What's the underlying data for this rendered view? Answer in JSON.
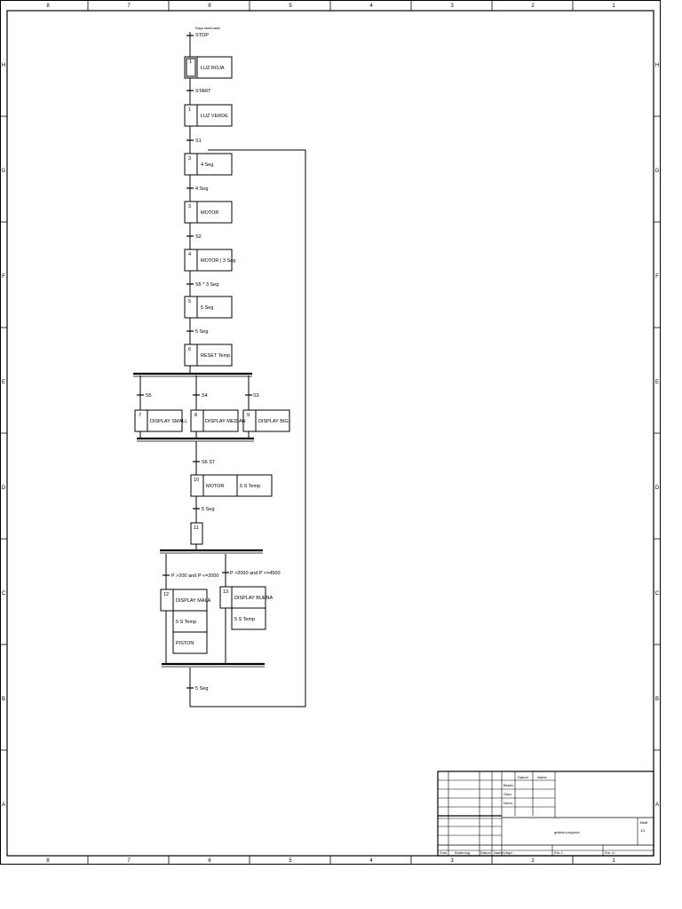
{
  "frame": {
    "columns": [
      "8",
      "7",
      "6",
      "5",
      "4",
      "3",
      "2",
      "1"
    ],
    "rows": [
      "H",
      "G",
      "F",
      "E",
      "D",
      "C",
      "B",
      "A"
    ]
  },
  "grafcet": {
    "initial_condition": {
      "caption": "Etapa street-table",
      "label": "STOP"
    },
    "steps": [
      {
        "id": "step-1",
        "number": "1",
        "actions": [
          "LUZ ROJA"
        ],
        "initial": true
      },
      {
        "id": "step-2",
        "number": "1",
        "actions": [
          "LUZ VERDE"
        ]
      },
      {
        "id": "step-3",
        "number": "3",
        "actions": [
          "4 Seg"
        ]
      },
      {
        "id": "step-4",
        "number": "3",
        "actions": [
          "MOTOR"
        ]
      },
      {
        "id": "step-5",
        "number": "4",
        "actions": [
          "MOTOR | 3 Seg"
        ]
      },
      {
        "id": "step-6",
        "number": "5",
        "actions": [
          "5 Seg"
        ]
      },
      {
        "id": "step-7",
        "number": "6",
        "actions": [
          "RESET Temp"
        ]
      },
      {
        "id": "step-8",
        "number": "7",
        "actions": [
          "DISPLAY SMALL"
        ]
      },
      {
        "id": "step-9",
        "number": "8",
        "actions": [
          "DISPLAY MEDIAN"
        ]
      },
      {
        "id": "step-10",
        "number": "9",
        "actions": [
          "DISPLAY BIG"
        ]
      },
      {
        "id": "step-11",
        "number": "10",
        "actions": [
          "MOTOR",
          "5 S Temp"
        ]
      },
      {
        "id": "step-12",
        "number": "11",
        "actions": []
      },
      {
        "id": "step-13",
        "number": "12",
        "actions": [
          "DISPLAY MALA",
          "5 S Temp",
          "PISTON"
        ]
      },
      {
        "id": "step-14",
        "number": "13",
        "actions": [
          "DISPLAY BUENA",
          "5 S Temp"
        ]
      }
    ],
    "transitions": [
      "START",
      "S1",
      "4 Seg",
      "S2",
      "S5 * 3 Seg",
      "5 Seg",
      "S5",
      "S4",
      "S3",
      "S6 S7",
      "5 Seg",
      "P >200 and P <=2000",
      "P >2000 and P <=4500",
      "5 Seg"
    ]
  },
  "title_block": {
    "header_datum": "Datum",
    "header_name": "Name",
    "row_labels": [
      "Bearb.",
      "Gepr.",
      "Norm."
    ],
    "drawing_title": "grafcet proyecto",
    "sheet_label": "Blatt",
    "sheet_value": "1/1",
    "footer": [
      "Zust.",
      "Änderung",
      "Datum",
      "Name",
      "Urspr.:",
      "Ers. f.:",
      "Ers. d.:"
    ]
  }
}
